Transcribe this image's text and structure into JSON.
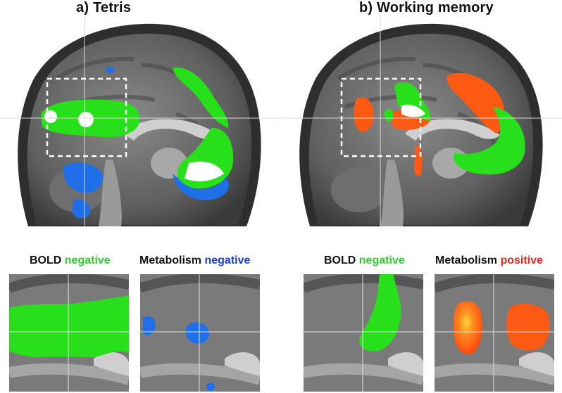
{
  "panels": [
    {
      "title": "a) Tetris"
    },
    {
      "title": "b) Working memory"
    }
  ],
  "thumbnails": [
    {
      "label_main": "BOLD",
      "label_sign": "negative",
      "sign_color": "#33cc33"
    },
    {
      "label_main": "Metabolism",
      "label_sign": "negative",
      "sign_color": "#1a3fd6"
    },
    {
      "label_main": "BOLD",
      "label_sign": "negative",
      "sign_color": "#33cc33"
    },
    {
      "label_main": "Metabolism",
      "label_sign": "positive",
      "sign_color": "#e8281e"
    }
  ],
  "colors": {
    "bold_negative": "#27e019",
    "metabolism_negative": "#1f6fe8",
    "metabolism_positive": "#ff5a14",
    "overlap": "#ffffff"
  }
}
